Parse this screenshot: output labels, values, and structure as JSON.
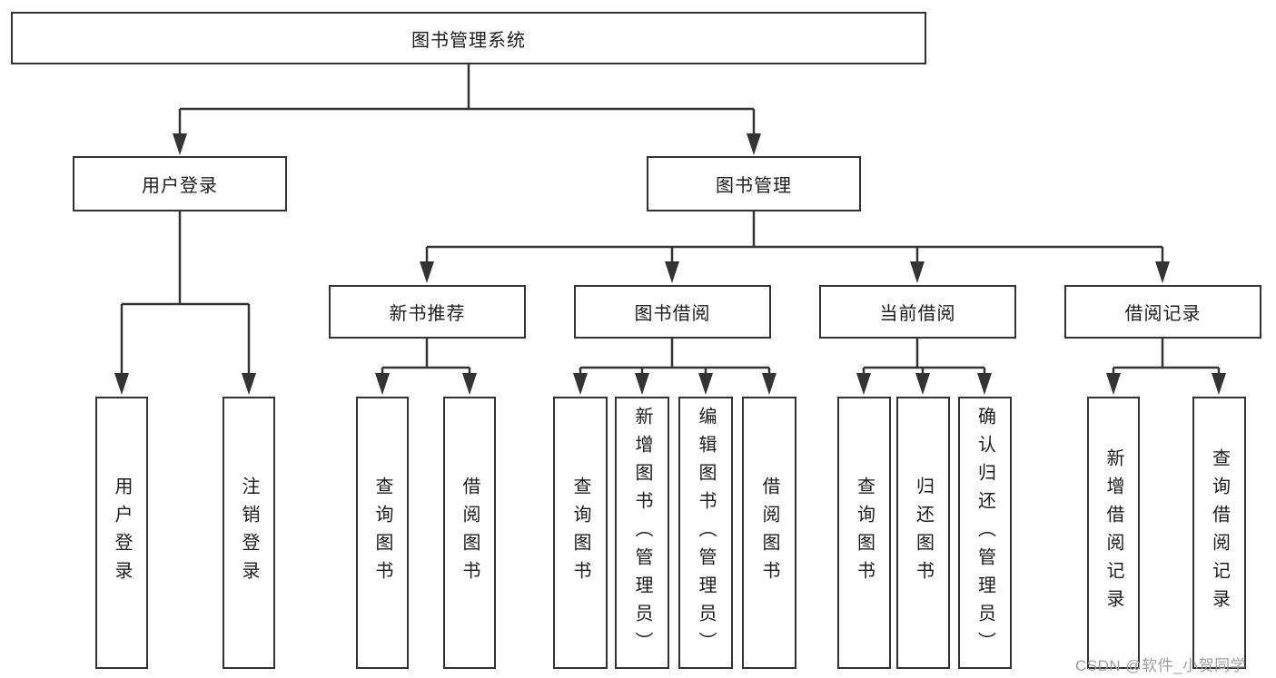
{
  "diagram": {
    "type": "tree",
    "root": "图书管理系统",
    "branches": {
      "user_login": {
        "label": "用户登录",
        "children": [
          "用户登录",
          "注销登录"
        ]
      },
      "book_management": {
        "label": "图书管理",
        "children": {
          "new_book_recommend": {
            "label": "新书推荐",
            "children": [
              "查询图书",
              "借阅图书"
            ]
          },
          "book_borrow": {
            "label": "图书借阅",
            "children": [
              "查询图书",
              "新增图书（管理员）",
              "编辑图书（管理员）",
              "借阅图书"
            ]
          },
          "current_borrow": {
            "label": "当前借阅",
            "children": [
              "查询图书",
              "归还图书",
              "确认归还（管理员）"
            ]
          },
          "borrow_record": {
            "label": "借阅记录",
            "children": [
              "新增借阅记录",
              "查询借阅记录"
            ]
          }
        }
      }
    }
  },
  "watermark": "CSDN @软件_小贺同学",
  "colors": {
    "line": "#333333",
    "box_border": "#333333",
    "box_bg": "#ffffff",
    "text": "#1c1c1c",
    "watermark": "#9e9e9e",
    "page_bg": "#ffffff"
  }
}
